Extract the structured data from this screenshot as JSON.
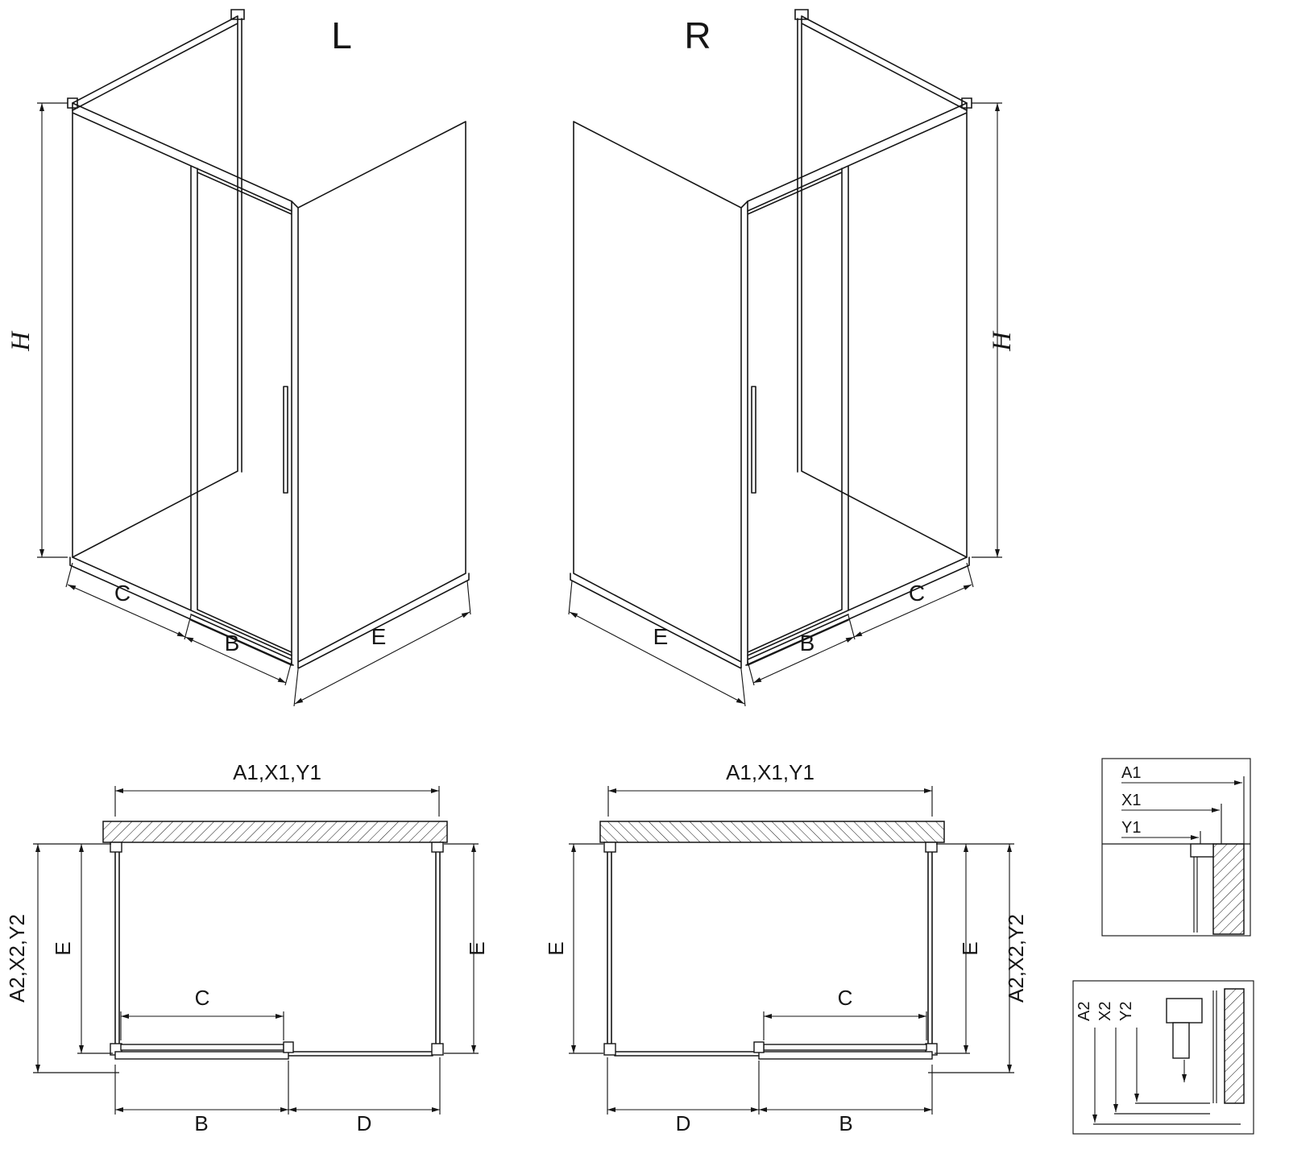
{
  "iso_left": {
    "title": "L",
    "dim_h": "H",
    "dim_c": "C",
    "dim_b": "B",
    "dim_e": "E"
  },
  "iso_right": {
    "title": "R",
    "dim_h": "H",
    "dim_c": "C",
    "dim_b": "B",
    "dim_e": "E"
  },
  "plan_left": {
    "dim_top": "A1,X1,Y1",
    "dim_side": "A2,X2,Y2",
    "dim_e_left": "E",
    "dim_e_right": "E",
    "dim_c": "C",
    "dim_b": "B",
    "dim_d": "D"
  },
  "plan_right": {
    "dim_top": "A1,X1,Y1",
    "dim_side": "A2,X2,Y2",
    "dim_e_left": "E",
    "dim_e_right": "E",
    "dim_c": "C",
    "dim_b": "B",
    "dim_d": "D"
  },
  "detail_top": {
    "labels": [
      "A1",
      "X1",
      "Y1"
    ]
  },
  "detail_bottom": {
    "labels": [
      "A2",
      "X2",
      "Y2"
    ]
  },
  "colors": {
    "line": "#161616",
    "background": "#ffffff"
  }
}
